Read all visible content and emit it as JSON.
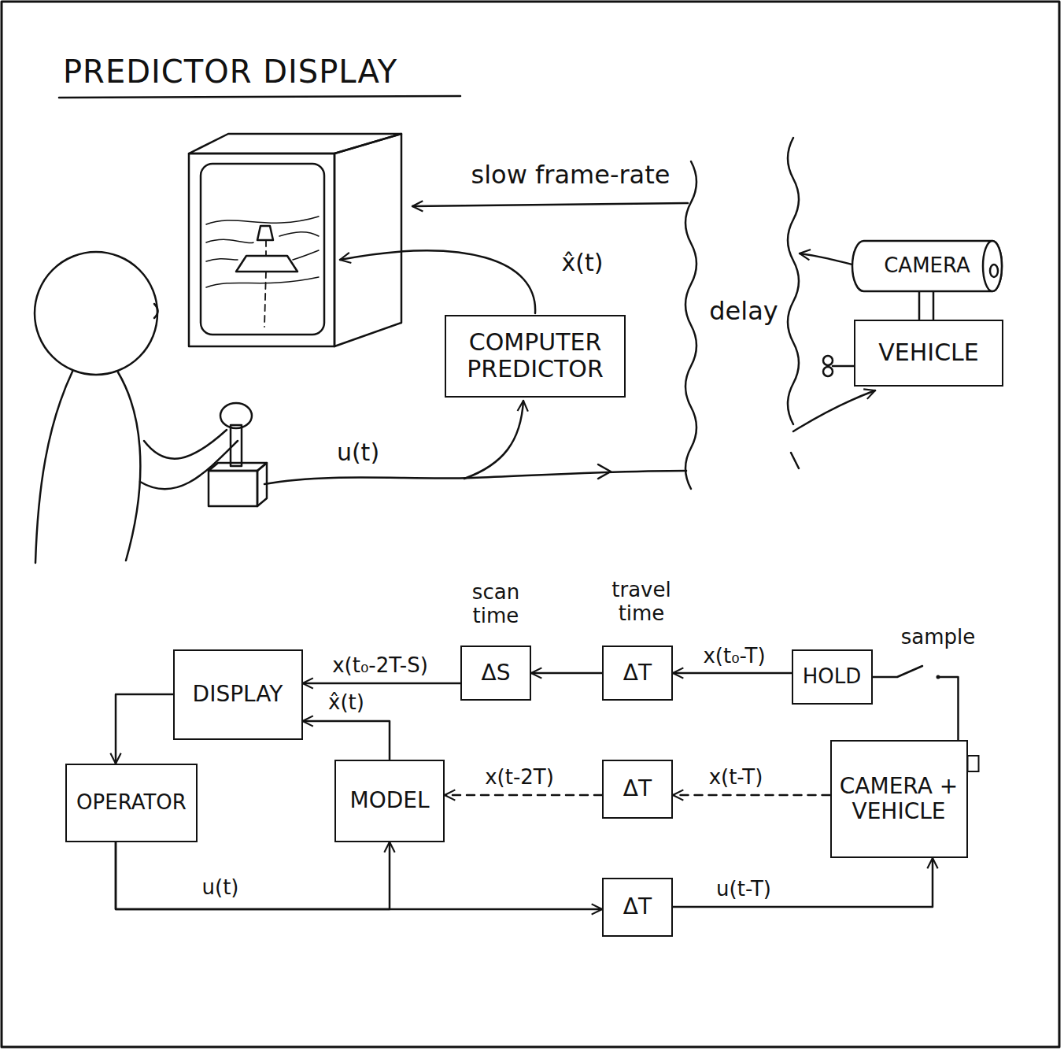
{
  "diagram": {
    "title": "PREDICTOR DISPLAY",
    "nodes": [
      {
        "text": [
          "COMPUTER PREDICTOR"
        ]
      },
      {
        "text": [
          "CAMERA"
        ]
      },
      {
        "text": [
          "VEHICLE"
        ]
      },
      {
        "text": [
          "DISPLAY"
        ]
      },
      {
        "text": [
          "ΔS"
        ]
      },
      {
        "text": [
          "ΔT"
        ]
      },
      {
        "text": [
          "HOLD"
        ]
      },
      {
        "text": [
          "OPERATOR"
        ]
      },
      {
        "text": [
          "MODEL"
        ]
      },
      {
        "text": [
          "ΔT"
        ]
      },
      {
        "text": [
          "CAMERA + VEHICLE"
        ]
      },
      {
        "text": [
          "ΔT"
        ]
      }
    ],
    "edges": [
      {
        "from": 1,
        "to": 2,
        "arrow": "none"
      },
      {
        "from": 6,
        "to": 5,
        "label": "x(t₀-T)",
        "arrow": "to"
      },
      {
        "from": 5,
        "to": 4,
        "arrow": "to"
      },
      {
        "from": 4,
        "to": 3,
        "label": "x(t₀-2T-S)",
        "arrow": "to"
      },
      {
        "from": 8,
        "to": 3,
        "label": "x̂(t)",
        "arrow": "to"
      },
      {
        "from": 3,
        "to": 7,
        "arrow": "to"
      },
      {
        "from": 7,
        "to": 8,
        "label": "u(t)",
        "arrow": "to"
      },
      {
        "from": 7,
        "to": 11,
        "arrow": "to"
      },
      {
        "from": 11,
        "to": 10,
        "label": "u(t-T)",
        "arrow": "to"
      },
      {
        "from": 10,
        "to": 9,
        "label": "x(t-T)",
        "arrow": "to"
      },
      {
        "from": 9,
        "to": 8,
        "label": "x(t-2T)",
        "arrow": "to"
      },
      {
        "from": 10,
        "to": 6,
        "arrow": "none"
      }
    ],
    "labels": [
      "slow frame-rate",
      "x̂(t)",
      "delay",
      "u(t)",
      "scan time",
      "travel time",
      "sample"
    ]
  }
}
